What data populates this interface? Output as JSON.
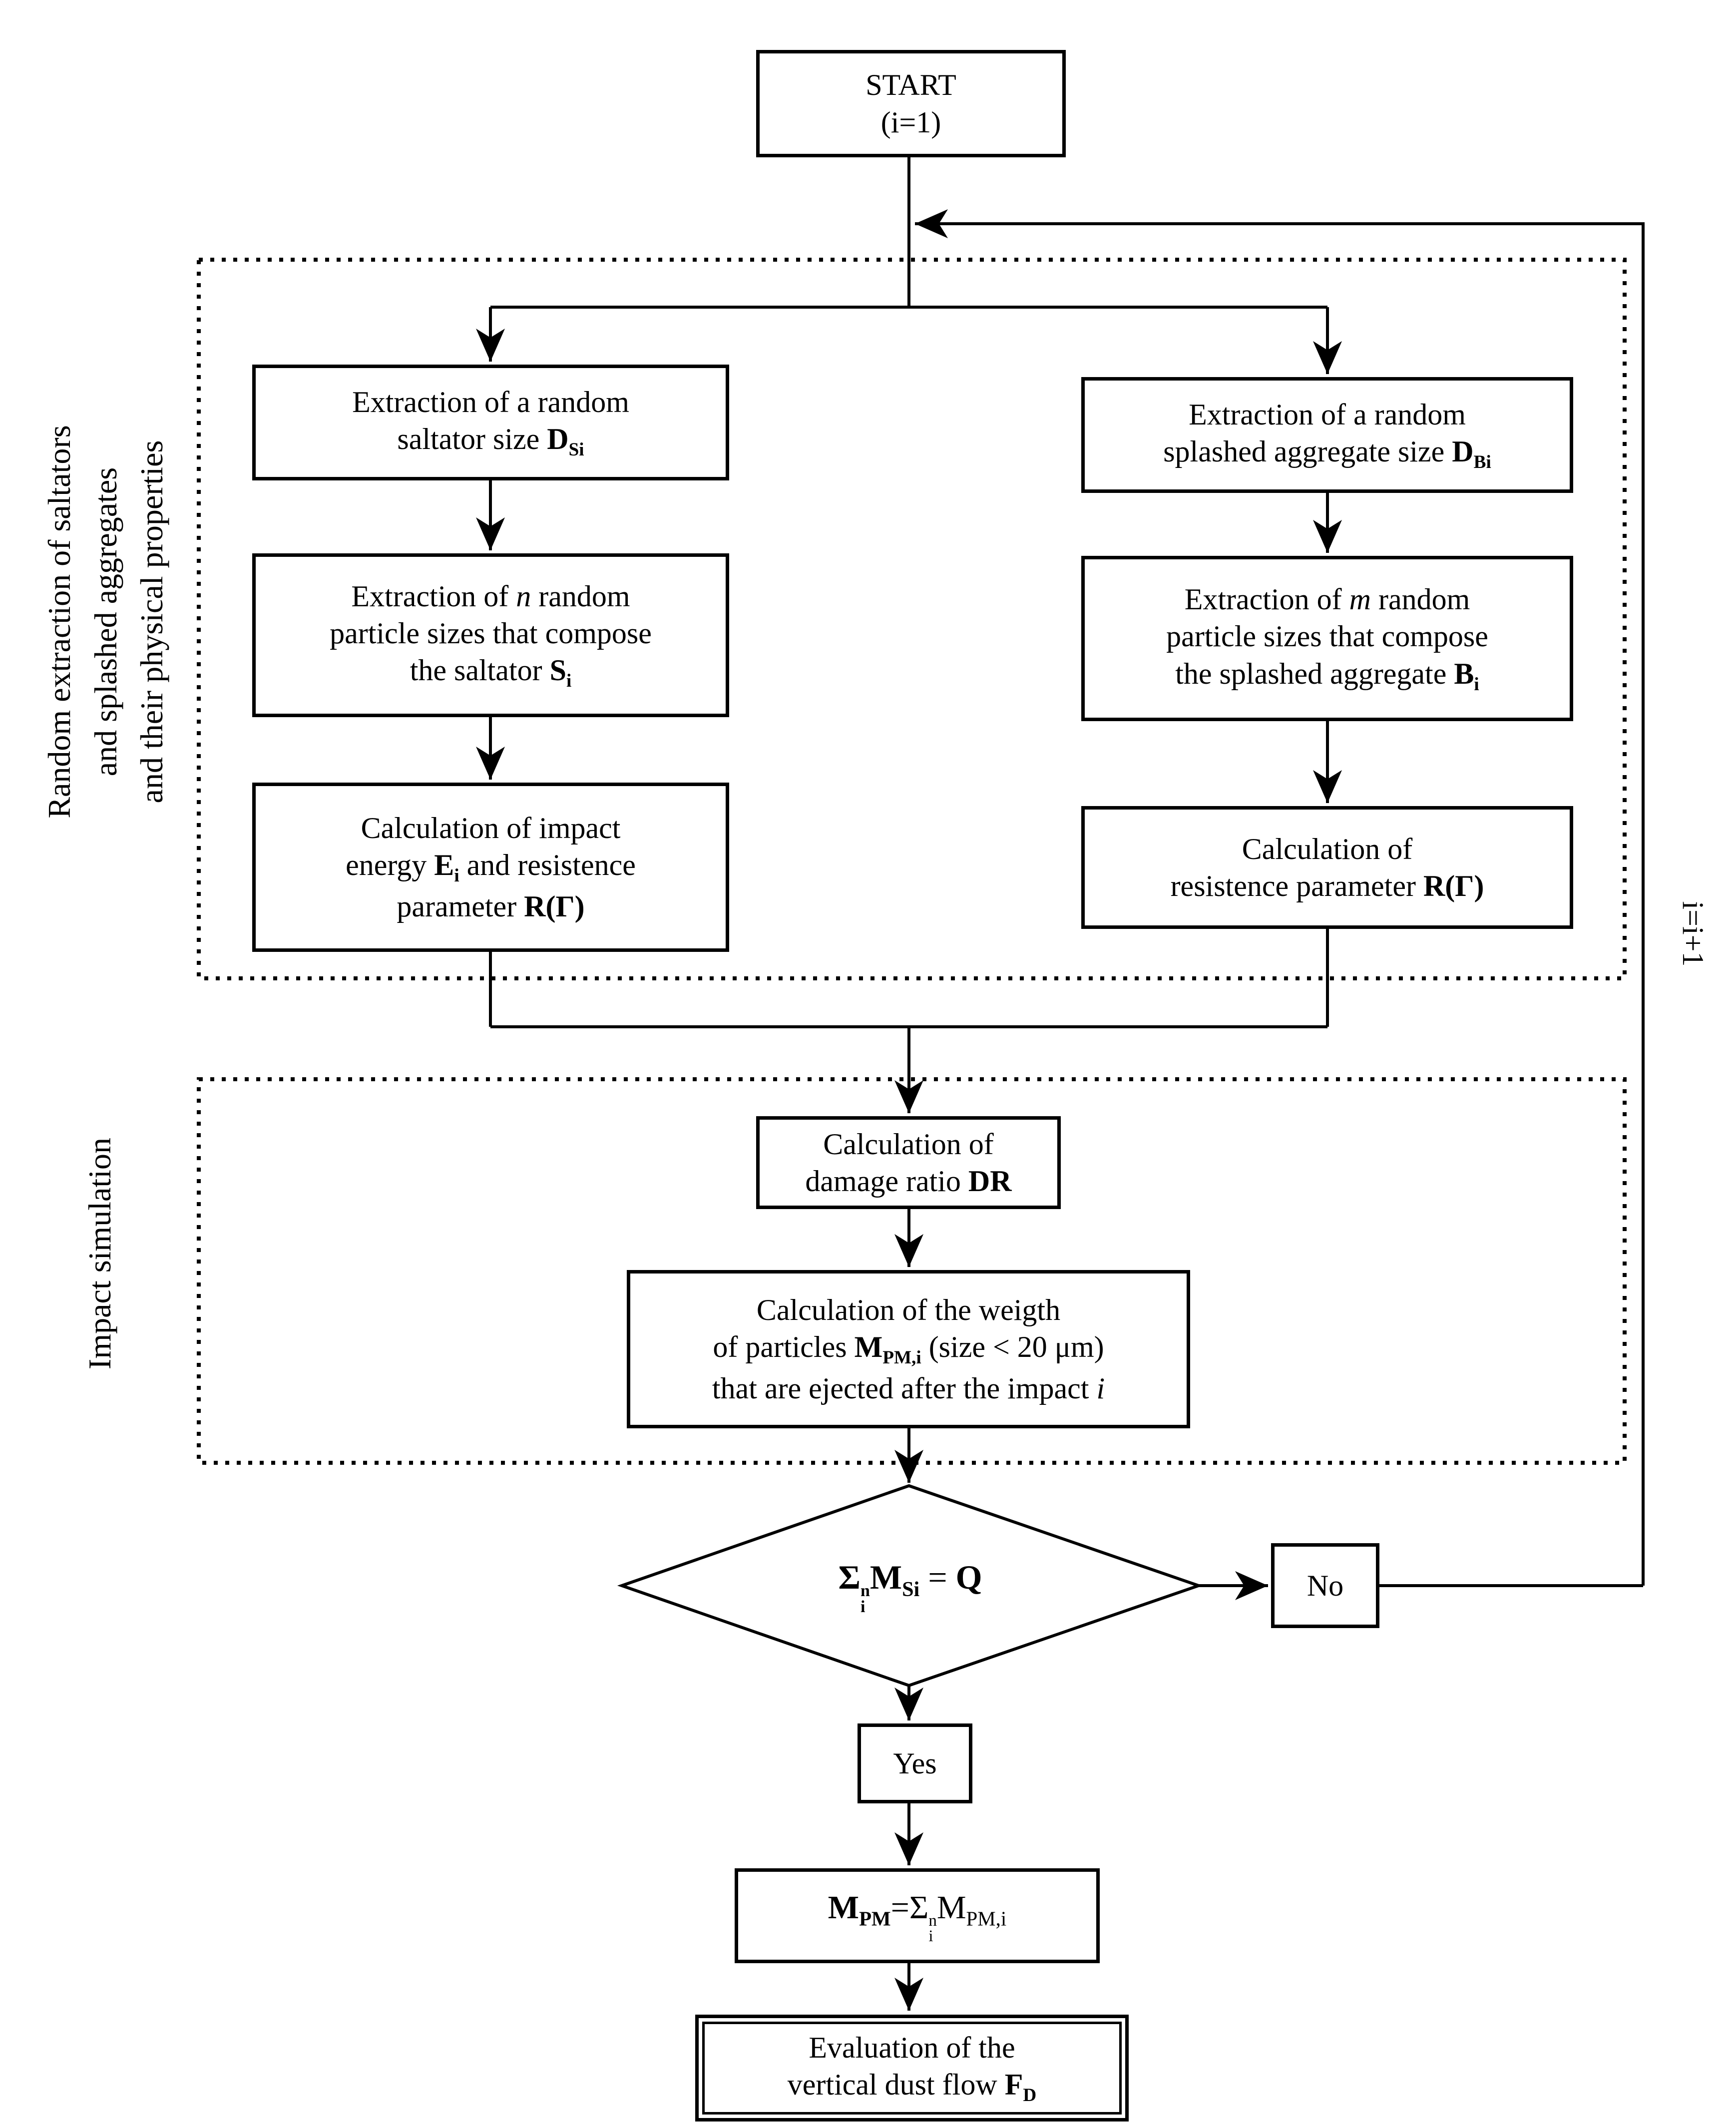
{
  "nodes": {
    "start": [
      [
        {
          "t": "START",
          "s": "p"
        }
      ],
      [
        {
          "t": "(i=1)",
          "s": "p"
        }
      ]
    ],
    "extract_saltator": [
      [
        {
          "t": "Extraction of a random",
          "s": "p"
        }
      ],
      [
        {
          "t": "saltator size ",
          "s": "p"
        },
        {
          "t": "D",
          "s": "b"
        },
        {
          "t": "Si",
          "s": "bsub"
        }
      ]
    ],
    "extract_aggregate": [
      [
        {
          "t": "Extraction of a random",
          "s": "p"
        }
      ],
      [
        {
          "t": "splashed aggregate size ",
          "s": "p"
        },
        {
          "t": "D",
          "s": "b"
        },
        {
          "t": "Bi",
          "s": "bsub"
        }
      ]
    ],
    "extract_n": [
      [
        {
          "t": "Extraction of ",
          "s": "p"
        },
        {
          "t": "n",
          "s": "i"
        },
        {
          "t": " random",
          "s": "p"
        }
      ],
      [
        {
          "t": "particle sizes that compose",
          "s": "p"
        }
      ],
      [
        {
          "t": "the saltator ",
          "s": "p"
        },
        {
          "t": "S",
          "s": "b"
        },
        {
          "t": "i",
          "s": "bsub"
        }
      ]
    ],
    "extract_m": [
      [
        {
          "t": "Extraction of ",
          "s": "p"
        },
        {
          "t": "m",
          "s": "i"
        },
        {
          "t": " random",
          "s": "p"
        }
      ],
      [
        {
          "t": "particle sizes that compose",
          "s": "p"
        }
      ],
      [
        {
          "t": "the splashed aggregate ",
          "s": "p"
        },
        {
          "t": "B",
          "s": "b"
        },
        {
          "t": "i",
          "s": "bsub"
        }
      ]
    ],
    "calc_impact": [
      [
        {
          "t": "Calculation of impact",
          "s": "p"
        }
      ],
      [
        {
          "t": "energy ",
          "s": "p"
        },
        {
          "t": "E",
          "s": "b"
        },
        {
          "t": "i",
          "s": "bsub"
        },
        {
          "t": " and resistence",
          "s": "p"
        }
      ],
      [
        {
          "t": "parameter ",
          "s": "p"
        },
        {
          "t": "R(Γ)",
          "s": "b"
        }
      ]
    ],
    "calc_resistance": [
      [
        {
          "t": "Calculation of",
          "s": "p"
        }
      ],
      [
        {
          "t": "resistence parameter ",
          "s": "p"
        },
        {
          "t": "R(Γ)",
          "s": "b"
        }
      ]
    ],
    "calc_damage": [
      [
        {
          "t": "Calculation of",
          "s": "p"
        }
      ],
      [
        {
          "t": "damage ratio ",
          "s": "p"
        },
        {
          "t": "DR",
          "s": "b"
        }
      ]
    ],
    "calc_weight": [
      [
        {
          "t": "Calculation of the weigth",
          "s": "p"
        }
      ],
      [
        {
          "t": "of particles ",
          "s": "p"
        },
        {
          "t": "M",
          "s": "b"
        },
        {
          "t": "PM,i",
          "s": "bsub"
        },
        {
          "t": " (size < 20 μm)",
          "s": "p"
        }
      ],
      [
        {
          "t": "that are ejected after the impact ",
          "s": "p"
        },
        {
          "t": "i",
          "s": "i"
        }
      ]
    ],
    "decision": [
      [
        {
          "t": "Σ",
          "s": "b"
        },
        {
          "t": "n|i",
          "s": "bstack"
        },
        {
          "t": "M",
          "s": "b"
        },
        {
          "t": "Si",
          "s": "bsub"
        },
        {
          "t": " = ",
          "s": "p"
        },
        {
          "t": "Q",
          "s": "b"
        }
      ]
    ],
    "no": [
      [
        {
          "t": "No",
          "s": "p"
        }
      ]
    ],
    "yes": [
      [
        {
          "t": "Yes",
          "s": "p"
        }
      ]
    ],
    "pm_sum": [
      [
        {
          "t": "M",
          "s": "b"
        },
        {
          "t": "PM",
          "s": "bsub"
        },
        {
          "t": "=",
          "s": "p"
        },
        {
          "t": "Σ",
          "s": "p"
        },
        {
          "t": "n|i",
          "s": "stack"
        },
        {
          "t": "M",
          "s": "p"
        },
        {
          "t": "PM,i",
          "s": "sub"
        }
      ]
    ],
    "dust_flow": [
      [
        {
          "t": "Evaluation of the",
          "s": "p"
        }
      ],
      [
        {
          "t": "vertical dust flow ",
          "s": "p"
        },
        {
          "t": "F",
          "s": "b"
        },
        {
          "t": "D",
          "s": "bsub"
        }
      ]
    ]
  },
  "labels": {
    "region1": [
      [
        {
          "t": "Random extraction of saltators",
          "s": "p"
        }
      ],
      [
        {
          "t": "and splashed aggregates",
          "s": "p"
        }
      ],
      [
        {
          "t": "and their physical properties",
          "s": "p"
        }
      ]
    ],
    "region2": [
      [
        {
          "t": "Impact simulation",
          "s": "p"
        }
      ]
    ],
    "loop_counter": [
      [
        {
          "t": "i=i+1",
          "s": "p"
        }
      ]
    ]
  },
  "colors": {
    "stroke": "#000000",
    "background": "#ffffff"
  }
}
